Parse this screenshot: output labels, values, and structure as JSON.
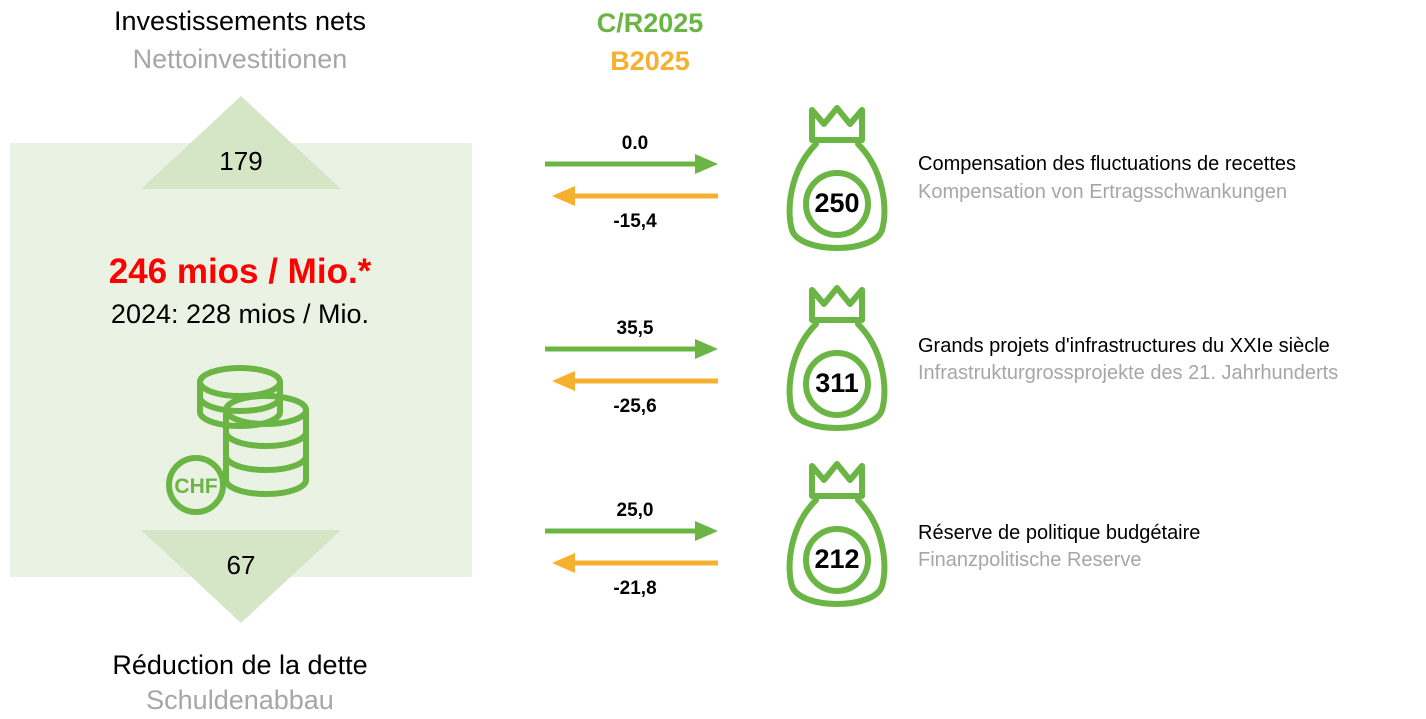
{
  "investments": {
    "title_fr": "Investissements nets",
    "title_de": "Nettoinvestitionen",
    "value": "179"
  },
  "debt": {
    "title_fr": "Réduction de la dette",
    "title_de": "Schuldenabbau",
    "value": "67"
  },
  "total": {
    "main": "246 mios / Mio.*",
    "previous": "2024: 228 mios / Mio."
  },
  "coins_icon": {
    "icon": "chf-coins-icon",
    "label": "CHF"
  },
  "legend": {
    "cr": "C/R2025",
    "b": "B2025"
  },
  "colors": {
    "green": "#6bb545",
    "orange": "#f5b12e",
    "red": "#ff0000",
    "gray": "#a6a6a6",
    "box": "#eaf2e3",
    "triangle": "#d5e6c7"
  },
  "funds": [
    {
      "value": "250",
      "in": "0.0",
      "out": "-15,4",
      "label_fr": "Compensation des fluctuations de recettes",
      "label_de": "Kompensation von Ertragsschwankungen",
      "icon": "money-bag-icon"
    },
    {
      "value": "311",
      "in": "35,5",
      "out": "-25,6",
      "label_fr": "Grands projets d'infrastructures du XXIe siècle",
      "label_de": "Infrastrukturgrossprojekte des 21. Jahrhunderts",
      "icon": "money-bag-icon"
    },
    {
      "value": "212",
      "in": "25,0",
      "out": "-21,8",
      "label_fr": "Réserve de politique budgétaire",
      "label_de": "Finanzpolitische Reserve",
      "icon": "money-bag-icon"
    }
  ]
}
